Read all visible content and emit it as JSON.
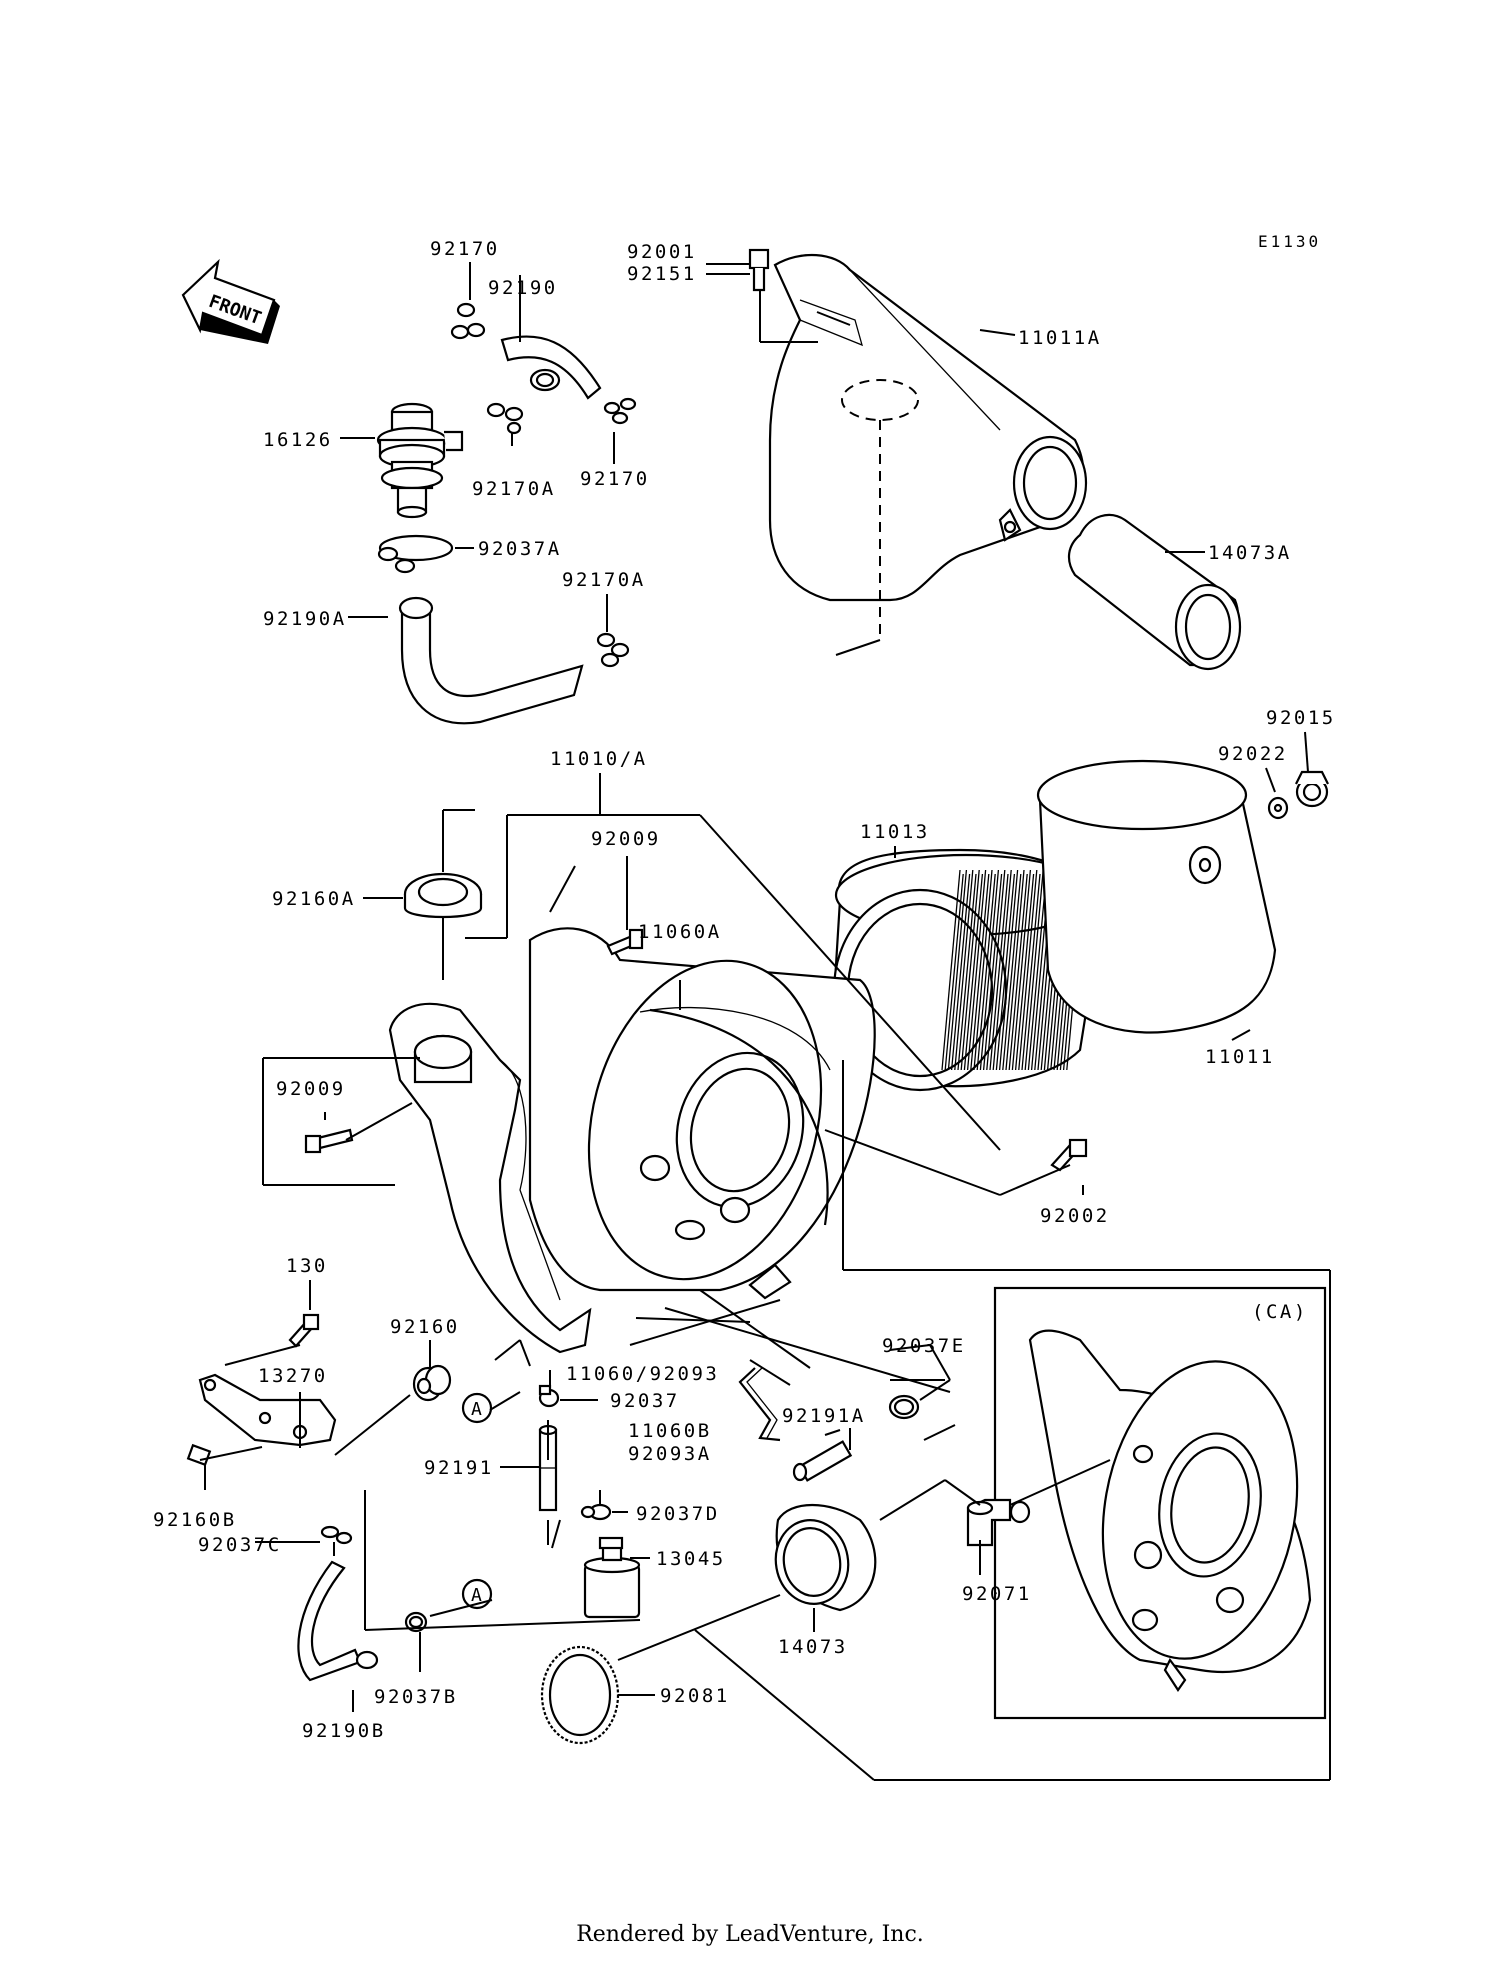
{
  "diagram_code": "E1130",
  "front_label": "FRONT",
  "variant_label": "(CA)",
  "ref_a": "A",
  "footer": "Rendered by LeadVenture, Inc.",
  "labels": [
    {
      "id": "92170-top",
      "text": "92170"
    },
    {
      "id": "92190",
      "text": "92190"
    },
    {
      "id": "92001",
      "text": "92001"
    },
    {
      "id": "92151",
      "text": "92151"
    },
    {
      "id": "11011A",
      "text": "11011A"
    },
    {
      "id": "16126",
      "text": "16126"
    },
    {
      "id": "92170A-a",
      "text": "92170A"
    },
    {
      "id": "92170-b",
      "text": "92170"
    },
    {
      "id": "14073A",
      "text": "14073A"
    },
    {
      "id": "92037A",
      "text": "92037A"
    },
    {
      "id": "92170A-b",
      "text": "92170A"
    },
    {
      "id": "92190A",
      "text": "92190A"
    },
    {
      "id": "92015",
      "text": "92015"
    },
    {
      "id": "92022",
      "text": "92022"
    },
    {
      "id": "11010A",
      "text": "11010/A"
    },
    {
      "id": "92009-a",
      "text": "92009"
    },
    {
      "id": "11013",
      "text": "11013"
    },
    {
      "id": "92160A",
      "text": "92160A"
    },
    {
      "id": "11060A",
      "text": "11060A"
    },
    {
      "id": "11011",
      "text": "11011"
    },
    {
      "id": "92009-b",
      "text": "92009"
    },
    {
      "id": "92002",
      "text": "92002"
    },
    {
      "id": "130",
      "text": "130"
    },
    {
      "id": "92160",
      "text": "92160"
    },
    {
      "id": "92037E",
      "text": "92037E"
    },
    {
      "id": "13270",
      "text": "13270"
    },
    {
      "id": "11060-92093",
      "text": "11060/92093"
    },
    {
      "id": "92037",
      "text": "92037"
    },
    {
      "id": "92191A",
      "text": "92191A"
    },
    {
      "id": "11060B",
      "text": "11060B"
    },
    {
      "id": "92093A",
      "text": "92093A"
    },
    {
      "id": "92191",
      "text": "92191"
    },
    {
      "id": "92160B",
      "text": "92160B"
    },
    {
      "id": "92037D",
      "text": "92037D"
    },
    {
      "id": "92037C",
      "text": "92037C"
    },
    {
      "id": "13045",
      "text": "13045"
    },
    {
      "id": "92071",
      "text": "92071"
    },
    {
      "id": "14073",
      "text": "14073"
    },
    {
      "id": "92037B",
      "text": "92037B"
    },
    {
      "id": "92081",
      "text": "92081"
    },
    {
      "id": "92190B",
      "text": "92190B"
    }
  ]
}
